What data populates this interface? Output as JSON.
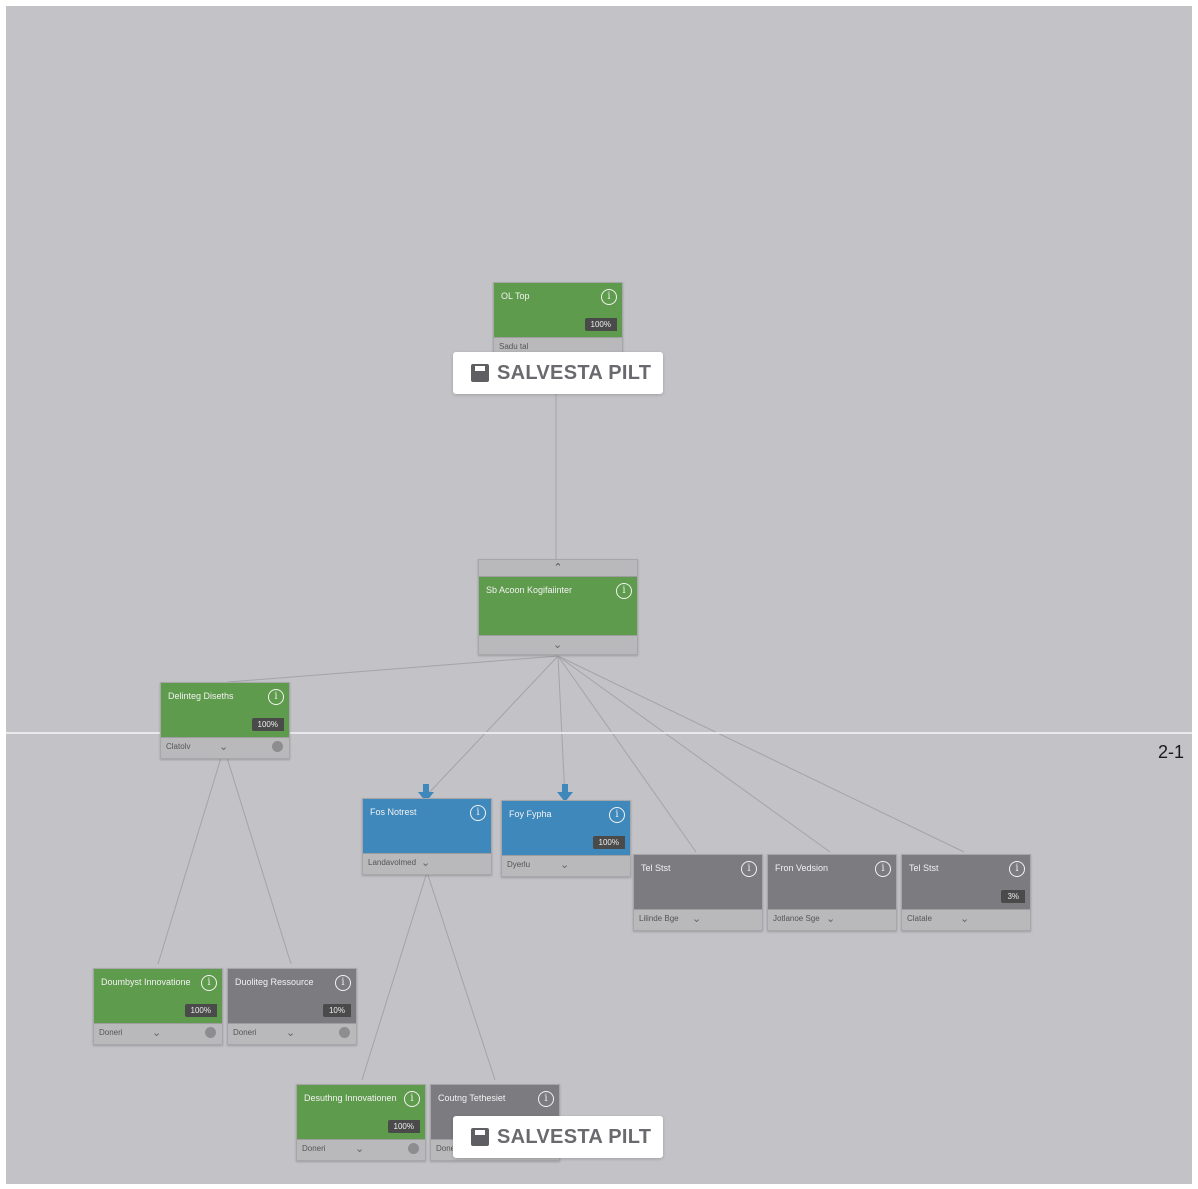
{
  "section_label": "2-1",
  "save_button_label": "SALVESTA PILT",
  "nodes": {
    "root": {
      "title": "OL Top",
      "percent": "100%",
      "subtitle": "Sadu tal"
    },
    "hub": {
      "title": "Sb Acoon Kogifaiinter"
    },
    "left": {
      "title": "Delinteg Diseths",
      "percent": "100%",
      "subtitle": "Clatolv"
    },
    "blue1": {
      "title": "Fos Notrest",
      "subtitle": "Landavolmed"
    },
    "blue2": {
      "title": "Foy Fypha",
      "percent": "100%",
      "subtitle": "Dyerlu"
    },
    "gray1": {
      "title": "Tel Stst",
      "subtitle": "Lilinde Bge"
    },
    "gray2": {
      "title": "Fron Vedsion",
      "subtitle": "Jotlanoe Sge"
    },
    "gray3": {
      "title": "Tel Stst",
      "percent": "3%",
      "subtitle": "Clatale"
    },
    "ll1": {
      "title": "Doumbyst Innovatione",
      "percent": "100%",
      "subtitle": "Doneri"
    },
    "ll2": {
      "title": "Duoliteg Ressource",
      "percent": "10%",
      "subtitle": "Doneri"
    },
    "bl1": {
      "title": "Desuthng Innovationen",
      "percent": "100%",
      "subtitle": "Doneri"
    },
    "bl2": {
      "title": "Coutng Tethesiet",
      "subtitle": "Doneri"
    }
  }
}
